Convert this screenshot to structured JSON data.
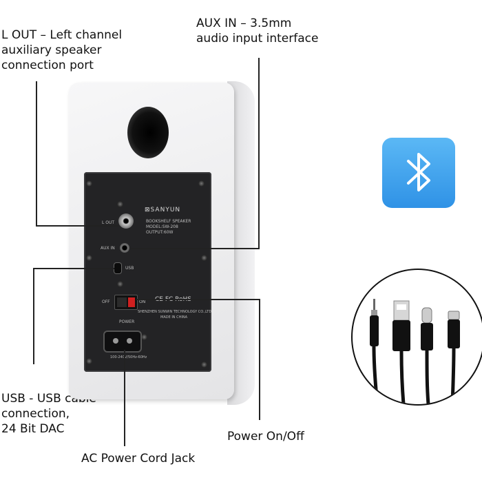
{
  "callouts": {
    "lout": [
      "L OUT  –  Left channel",
      "auxiliary speaker",
      "connection port"
    ],
    "aux": [
      "AUX IN  –  3.5mm",
      "audio input interface"
    ],
    "usb": [
      "USB - USB cable",
      "connection,",
      "24 Bit DAC"
    ],
    "power": "Power On/Off",
    "ac": "AC Power Cord Jack"
  },
  "panel": {
    "brand": "SANYUN",
    "lout_label": "L OUT",
    "model_lines": [
      "BOOKSHELF SPEAKER",
      "MODEL:SW-208",
      "OUTPUT:60W"
    ],
    "aux_label": "AUX IN",
    "usb_label": "USB",
    "off_label": "OFF",
    "on_label": "ON",
    "power_label": "POWER",
    "cert_marks": "CE FC RoHS",
    "maker_lines": [
      "SHENZHEN SUNWIN TECHNOLOGY CO.,LTD",
      "MADE IN CHINA"
    ],
    "rating": "100-240V/50Hz-60Hz"
  },
  "icons": [
    "bluetooth-icon",
    "audio-3.5mm-plug-icon",
    "usb-a-plug-icon",
    "usb-c-plug-icon",
    "micro-usb-plug-icon"
  ],
  "colors": {
    "bluetooth_tile": "#3aa0ee",
    "panel": "#232325",
    "speaker": "#f2f2f4"
  }
}
